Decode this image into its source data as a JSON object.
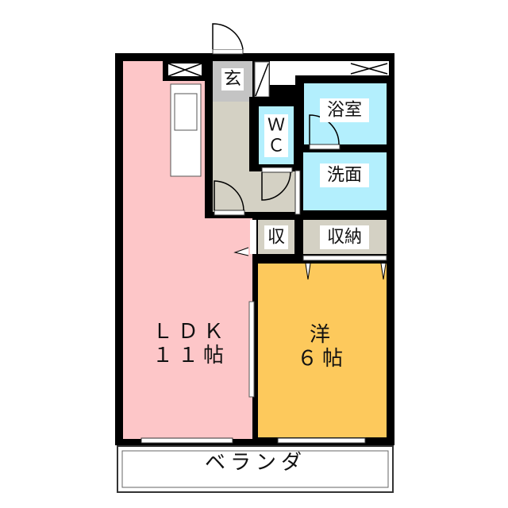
{
  "rooms": {
    "ldk": {
      "name": "ＬＤＫ",
      "size": "１１帖"
    },
    "western": {
      "name": "洋",
      "size": "６帖"
    },
    "entrance": "玄",
    "wc_line1": "Ｗ",
    "wc_line2": "Ｃ",
    "bath": "浴室",
    "washroom": "洗面",
    "storage_small": "収",
    "storage": "収納",
    "balcony": "ベランダ"
  },
  "colors": {
    "ldk": "#fdc6c8",
    "western": "#fdc95c",
    "water": "#b3effd",
    "corridor": "#d4d1c4",
    "entrance": "#c4c4c4",
    "wall": "#000000"
  }
}
